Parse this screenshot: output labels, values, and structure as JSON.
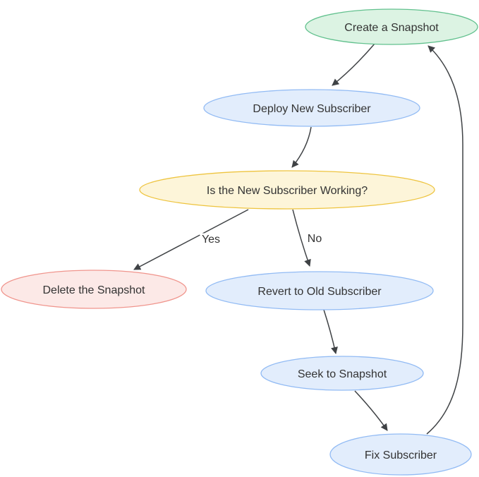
{
  "diagram": {
    "colors": {
      "background": "#ffffff",
      "edge": "#3f4245",
      "text": "#333333"
    },
    "nodes": [
      {
        "id": "create-snapshot",
        "label": "Create a Snapshot",
        "fill": "#dcf3e3",
        "stroke": "#62c18e"
      },
      {
        "id": "deploy-new-subscriber",
        "label": "Deploy New Subscriber",
        "fill": "#e2edfc",
        "stroke": "#92bbf4"
      },
      {
        "id": "is-working",
        "label": "Is the New Subscriber Working?",
        "fill": "#fdf5d9",
        "stroke": "#eec43f"
      },
      {
        "id": "delete-snapshot",
        "label": "Delete the Snapshot",
        "fill": "#fce9e7",
        "stroke": "#f0958d"
      },
      {
        "id": "revert-old-subscriber",
        "label": "Revert to Old Subscriber",
        "fill": "#e2edfc",
        "stroke": "#92bbf4"
      },
      {
        "id": "seek-to-snapshot",
        "label": "Seek to Snapshot",
        "fill": "#e2edfc",
        "stroke": "#92bbf4"
      },
      {
        "id": "fix-subscriber",
        "label": "Fix Subscriber",
        "fill": "#e2edfc",
        "stroke": "#92bbf4"
      }
    ],
    "edges": [
      {
        "from": "create-snapshot",
        "to": "deploy-new-subscriber",
        "label": ""
      },
      {
        "from": "deploy-new-subscriber",
        "to": "is-working",
        "label": ""
      },
      {
        "from": "is-working",
        "to": "delete-snapshot",
        "label": "Yes"
      },
      {
        "from": "is-working",
        "to": "revert-old-subscriber",
        "label": "No"
      },
      {
        "from": "revert-old-subscriber",
        "to": "seek-to-snapshot",
        "label": ""
      },
      {
        "from": "seek-to-snapshot",
        "to": "fix-subscriber",
        "label": ""
      },
      {
        "from": "fix-subscriber",
        "to": "create-snapshot",
        "label": ""
      }
    ]
  }
}
